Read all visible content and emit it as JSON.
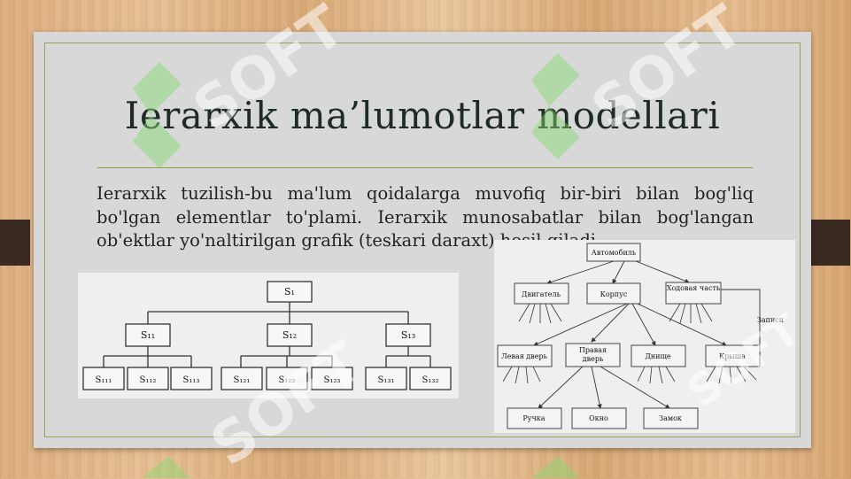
{
  "slide": {
    "title": "Ierarxik ma’lumotlar modellari",
    "paragraph": "Ierarxik tuzilish-bu ma'lum qoidalarga muvofiq bir-biri bilan bog'liq bo'lgan elementlar to'plami. Ierarxik munosabatlar bilan bog'langan ob'ektlar yo'naltirilgan grafik (teskari daraxt) hosil qiladi."
  },
  "watermark": {
    "text": "SOFT"
  },
  "tree_abstract": {
    "root": "S₁",
    "level2": [
      "S₁₁",
      "S₁₂",
      "S₁₃"
    ],
    "level3": [
      "S₁₁₁",
      "S₁₁₂",
      "S₁₁₃",
      "S₁₂₁",
      "S₁₂₂",
      "S₁₂₃",
      "S₁₃₁",
      "S₁₃₂"
    ]
  },
  "tree_car": {
    "root": "Автомобиль",
    "level2": [
      "Двигатель",
      "Корпус",
      "Ходовая часть"
    ],
    "level3": [
      "Левая дверь",
      "Правая дверь",
      "Днище",
      "Крыша"
    ],
    "level4": [
      "Ручка",
      "Окно",
      "Замок"
    ],
    "side_label": "Записи"
  }
}
